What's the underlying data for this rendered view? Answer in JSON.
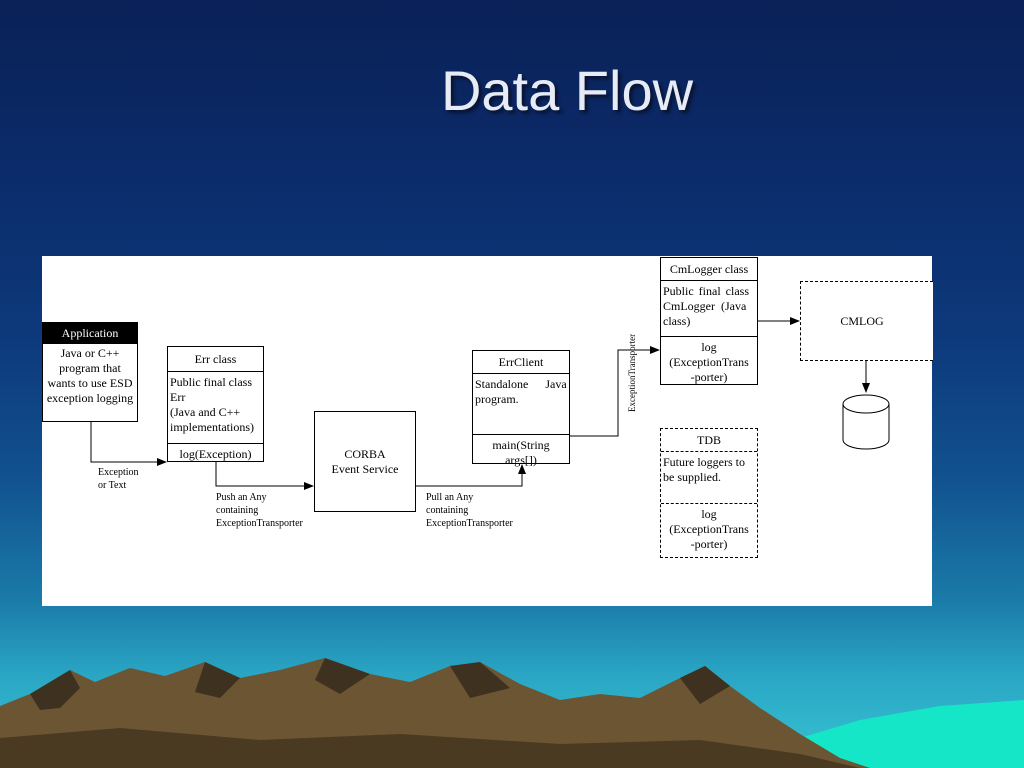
{
  "title": "Data Flow",
  "diagram": {
    "application": {
      "header": "Application",
      "body": "Java or C++ program that wants to use ESD exception logging"
    },
    "err_class": {
      "header": "Err class",
      "body_lines": [
        "Public final class",
        "Err",
        "(Java and C++",
        "implementations)"
      ],
      "method": "log(Exception)"
    },
    "corba": {
      "line1": "CORBA",
      "line2": "Event Service"
    },
    "err_client": {
      "header": "ErrClient",
      "body_lines": [
        "Standalone Java",
        "program."
      ],
      "method_lines": [
        "main(String",
        "args[])"
      ]
    },
    "cmlogger": {
      "header": "CmLogger class",
      "body_lines": [
        "Public final class",
        "CmLogger (Java",
        "class)"
      ],
      "method_lines": [
        "log",
        "(ExceptionTrans",
        "-porter)"
      ]
    },
    "tdb": {
      "header": "TDB",
      "body_lines": [
        "Future loggers to",
        "be supplied."
      ],
      "method_lines": [
        "log",
        "(ExceptionTrans",
        "-porter)"
      ]
    },
    "cmlog": {
      "label": "CMLOG"
    },
    "labels": {
      "exception_text": [
        "Exception",
        "or Text"
      ],
      "push_any": [
        "Push an Any",
        "containing",
        "ExceptionTransporter"
      ],
      "pull_any": [
        "Pull an Any",
        "containing",
        "ExceptionTransporter"
      ],
      "vertical": "ExceptionTransporter"
    }
  },
  "colors": {
    "title_text": "#e6ebf5",
    "sky_top": "#0a2157",
    "water": "#37c3d3",
    "mountain": "#5a4a2e"
  }
}
